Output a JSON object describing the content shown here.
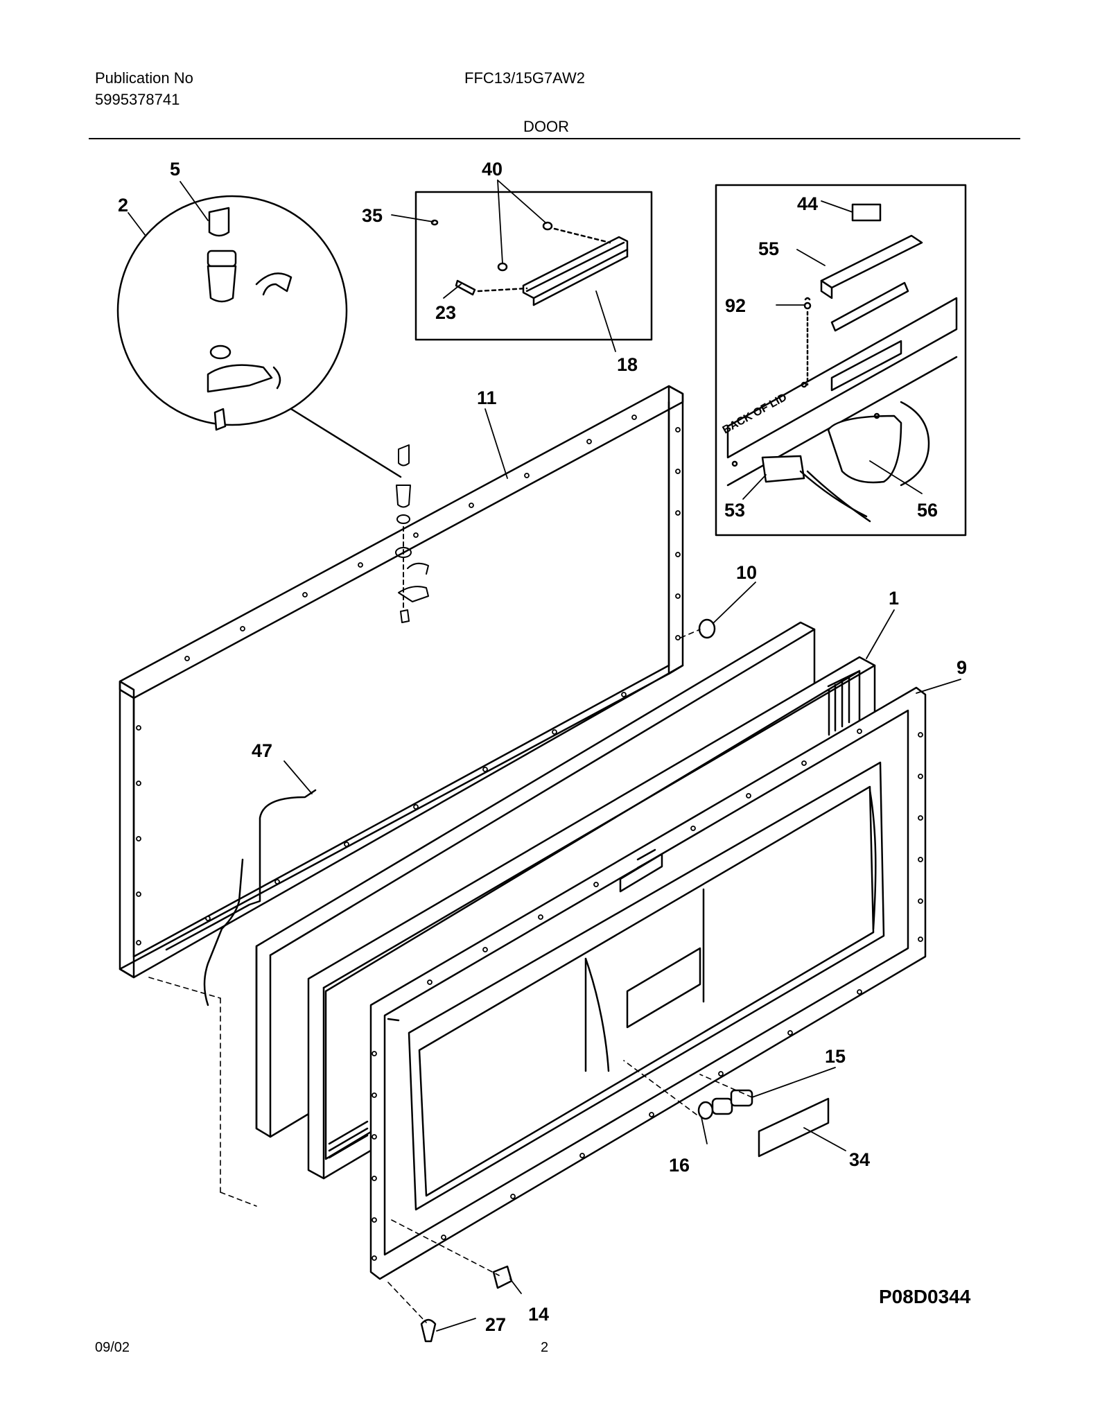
{
  "header": {
    "publication_label": "Publication No",
    "publication_number": "5995378741",
    "model": "FFC13/15G7AW2",
    "section_title": "DOOR"
  },
  "diagram": {
    "callouts": {
      "p1": "1",
      "p2": "2",
      "p5": "5",
      "p9": "9",
      "p10": "10",
      "p11": "11",
      "p14": "14",
      "p15": "15",
      "p16": "16",
      "p18": "18",
      "p23": "23",
      "p27": "27",
      "p34": "34",
      "p35": "35",
      "p40": "40",
      "p44": "44",
      "p47": "47",
      "p53": "53",
      "p55": "55",
      "p56": "56",
      "p92": "92"
    },
    "back_of_lid_label": "BACK OF LID",
    "diagram_code": "P08D0344"
  },
  "footer": {
    "date": "09/02",
    "page": "2"
  }
}
